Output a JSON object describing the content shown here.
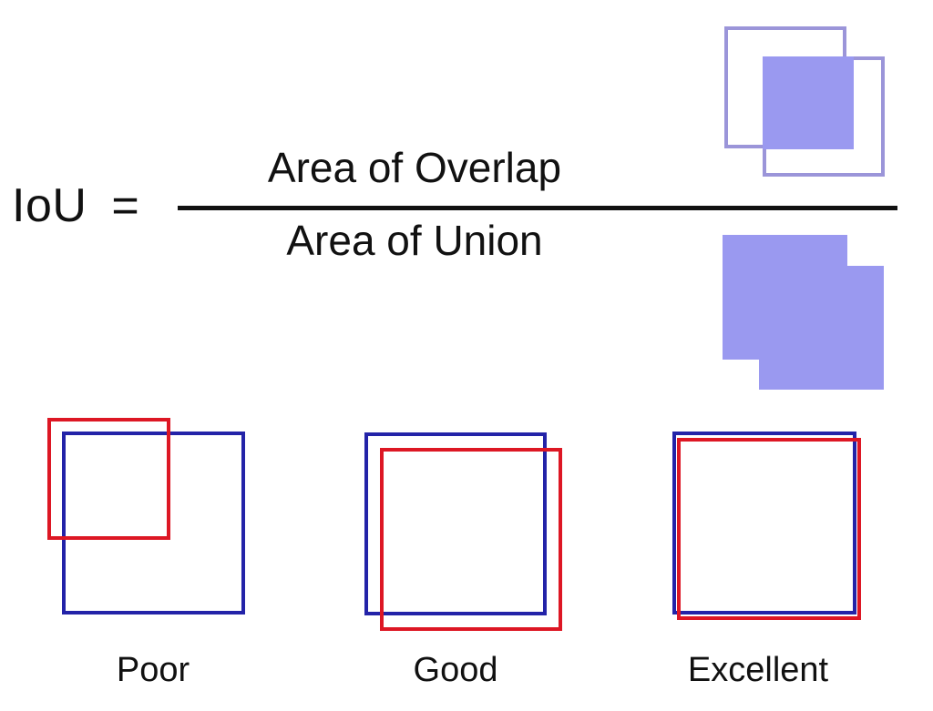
{
  "colors": {
    "purple-fill": "#9a99f0",
    "purple-stroke": "#9b95d9",
    "red-box": "#dd1724",
    "blue-box": "#2323a8",
    "ink": "#111111"
  },
  "formula": {
    "lhs": "IoU",
    "equals": "=",
    "numerator": "Area of Overlap",
    "denominator": "Area of Union"
  },
  "examples": [
    {
      "label": "Poor"
    },
    {
      "label": "Good"
    },
    {
      "label": "Excellent"
    }
  ]
}
